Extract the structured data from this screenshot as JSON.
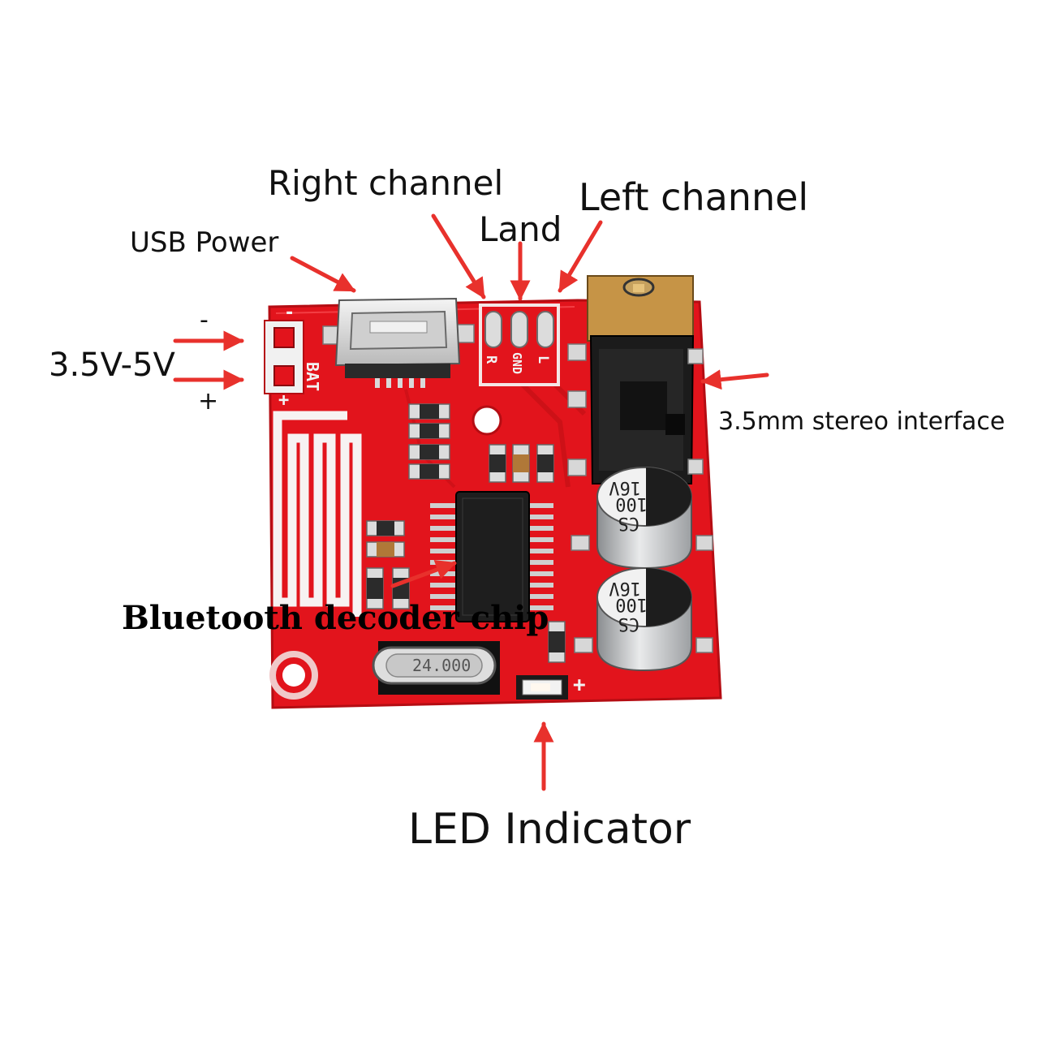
{
  "labels": {
    "right_channel": "Right channel",
    "land": "Land",
    "left_channel": "Left channel",
    "usb_power": "USB Power",
    "voltage": "3.5V-5V",
    "minus": "-",
    "plus": "+",
    "stereo_interface": "3.5mm stereo interface",
    "decoder_chip": "Bluetooth decoder chip",
    "led_indicator": "LED Indicator"
  },
  "silkscreen": {
    "bat": "BAT",
    "bat_minus": "-",
    "bat_plus": "+",
    "pin_r": "R",
    "pin_gnd": "GND",
    "pin_l": "L",
    "led_plus": "+",
    "crystal": "24.000"
  },
  "capacitors": [
    {
      "voltage": "16V",
      "value": "100",
      "series": "CS"
    },
    {
      "voltage": "16V",
      "value": "100",
      "series": "CS"
    }
  ],
  "colors": {
    "board": "#e2141c",
    "arrow": "#e8312c",
    "text": "#111111"
  }
}
